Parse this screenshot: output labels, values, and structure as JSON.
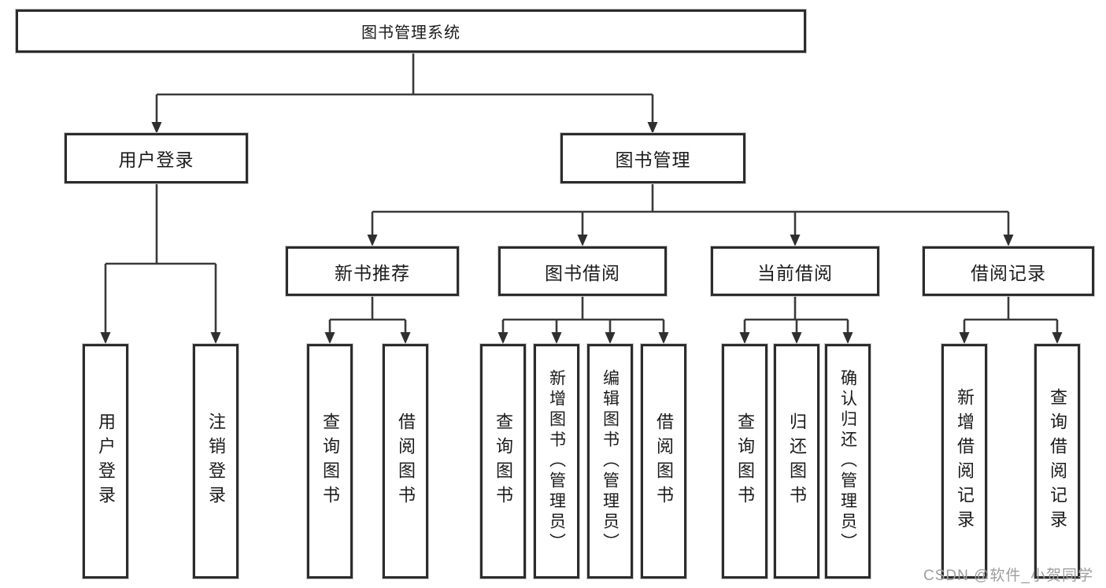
{
  "tree": {
    "label": "图书管理系统",
    "children": [
      {
        "label": "用户登录",
        "children": [
          {
            "label": "用户登录"
          },
          {
            "label": "注销登录"
          }
        ]
      },
      {
        "label": "图书管理",
        "children": [
          {
            "label": "新书推荐",
            "children": [
              {
                "label": "查询图书"
              },
              {
                "label": "借阅图书"
              }
            ]
          },
          {
            "label": "图书借阅",
            "children": [
              {
                "label": "查询图书"
              },
              {
                "label": "新增图书（管理员）"
              },
              {
                "label": "编辑图书（管理员）"
              },
              {
                "label": "借阅图书"
              }
            ]
          },
          {
            "label": "当前借阅",
            "children": [
              {
                "label": "查询图书"
              },
              {
                "label": "归还图书"
              },
              {
                "label": "确认归还（管理员）"
              }
            ]
          },
          {
            "label": "借阅记录",
            "children": [
              {
                "label": "新增借阅记录"
              },
              {
                "label": "查询借阅记录"
              }
            ]
          }
        ]
      }
    ]
  },
  "colors": {
    "box_border": "#2c2c2c",
    "line": "#3a3a3a",
    "text": "#1b1b1b",
    "watermark": "#9e9e9e",
    "background": "#ffffff"
  },
  "watermark": {
    "text": "CSDN @软件_小贺同学"
  }
}
